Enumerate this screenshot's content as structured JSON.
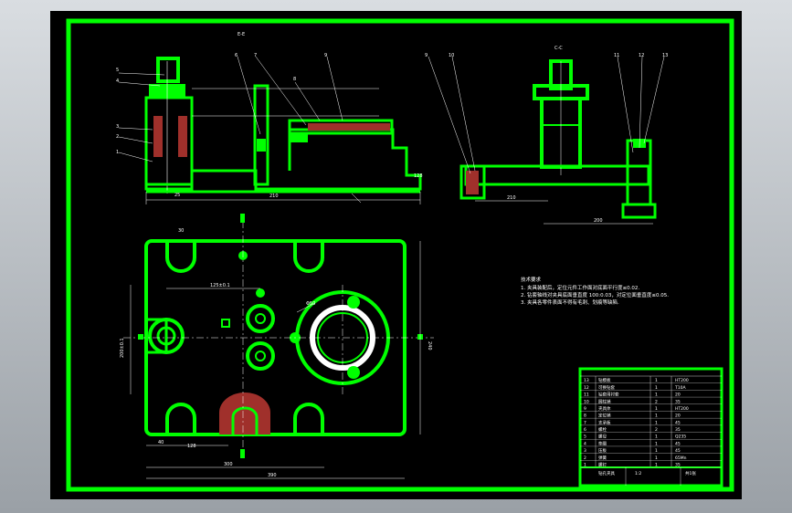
{
  "drawing": {
    "section_labels": {
      "front": "E-E",
      "side": "C-C"
    },
    "balloons": [
      "1",
      "2",
      "3",
      "4",
      "5",
      "6",
      "7",
      "8",
      "9",
      "10",
      "11",
      "12",
      "13"
    ],
    "dimensions": {
      "front_25": "25",
      "front_210": "210",
      "front_h1": "128",
      "side_210": "210",
      "side_200": "200",
      "plan_30": "30",
      "plan_125": "125±0.1",
      "plan_ph50": "Φ50",
      "plan_left_h": "200±0.1",
      "plan_right_h": "240",
      "plan_40": "40",
      "plan_128": "128",
      "plan_300": "300",
      "plan_390": "390"
    },
    "tech_notes": {
      "heading": "技术要求",
      "lines": [
        "1. 夹具装配后，定位元件工作面对底面平行度≤0.02.",
        "2. 钻套轴线对夹具底面垂直度 100:0.03，对定位面垂直度≤0.05.",
        "3. 夹具各零件表面不得有毛刺、划痕等缺陷."
      ]
    },
    "title_block": {
      "rows": [
        [
          "13",
          "钻模板",
          "1",
          "HT200"
        ],
        [
          "12",
          "可换钻套",
          "1",
          "T10A"
        ],
        [
          "11",
          "钻套用衬套",
          "1",
          "20"
        ],
        [
          "10",
          "圆柱销",
          "2",
          "35"
        ],
        [
          "9",
          "夹具体",
          "1",
          "HT200"
        ],
        [
          "8",
          "定位销",
          "1",
          "20"
        ],
        [
          "7",
          "支承板",
          "1",
          "45"
        ],
        [
          "6",
          "螺栓",
          "2",
          "35"
        ],
        [
          "5",
          "螺母",
          "1",
          "Q235"
        ],
        [
          "4",
          "垫圈",
          "1",
          "45"
        ],
        [
          "3",
          "压板",
          "1",
          "45"
        ],
        [
          "2",
          "弹簧",
          "1",
          "65Mn"
        ],
        [
          "1",
          "螺钉",
          "1",
          "35"
        ]
      ],
      "title": "钻孔夹具",
      "scale": "1:2",
      "sheet": "共1张"
    }
  }
}
